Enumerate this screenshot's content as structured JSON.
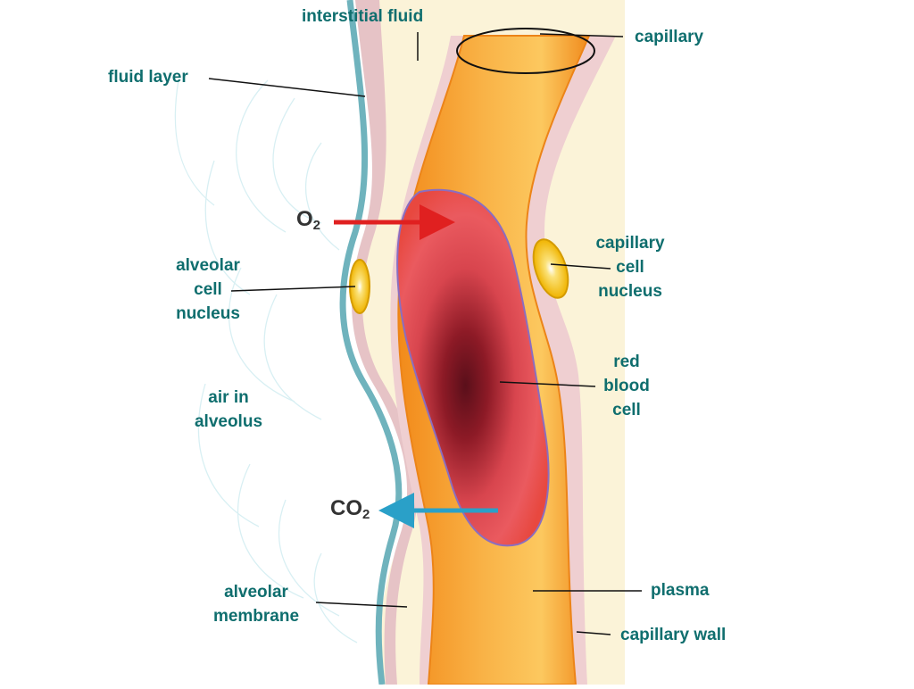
{
  "labels": {
    "interstitial_fluid": "interstitial fluid",
    "capillary": "capillary",
    "fluid_layer": "fluid layer",
    "alveolar_cell_nucleus": [
      "alveolar",
      "cell",
      "nucleus"
    ],
    "capillary_cell_nucleus": [
      "capillary",
      "cell",
      "nucleus"
    ],
    "red_blood_cell": [
      "red",
      "blood",
      "cell"
    ],
    "air_in_alveolus": [
      "air in",
      "alveolus"
    ],
    "alveolar_membrane": [
      "alveolar",
      "membrane"
    ],
    "plasma": "plasma",
    "capillary_wall": "capillary wall"
  },
  "gases": {
    "o2": {
      "base": "O",
      "sub": "2"
    },
    "co2": {
      "base": "CO",
      "sub": "2"
    }
  },
  "colors": {
    "label_text": "#0f6e6e",
    "interstitial_fluid": "#fbf3d8",
    "fluid_layer": "#d9b3b6",
    "alveolar_membrane": "#6fb3bd",
    "plasma": "#f7a436",
    "capillary_wall": "#f08a1c",
    "red_blood_cell": "#e0363d",
    "nucleus": "#f2c21b",
    "o2_arrow": "#e02020",
    "co2_arrow": "#2aa0c8"
  }
}
